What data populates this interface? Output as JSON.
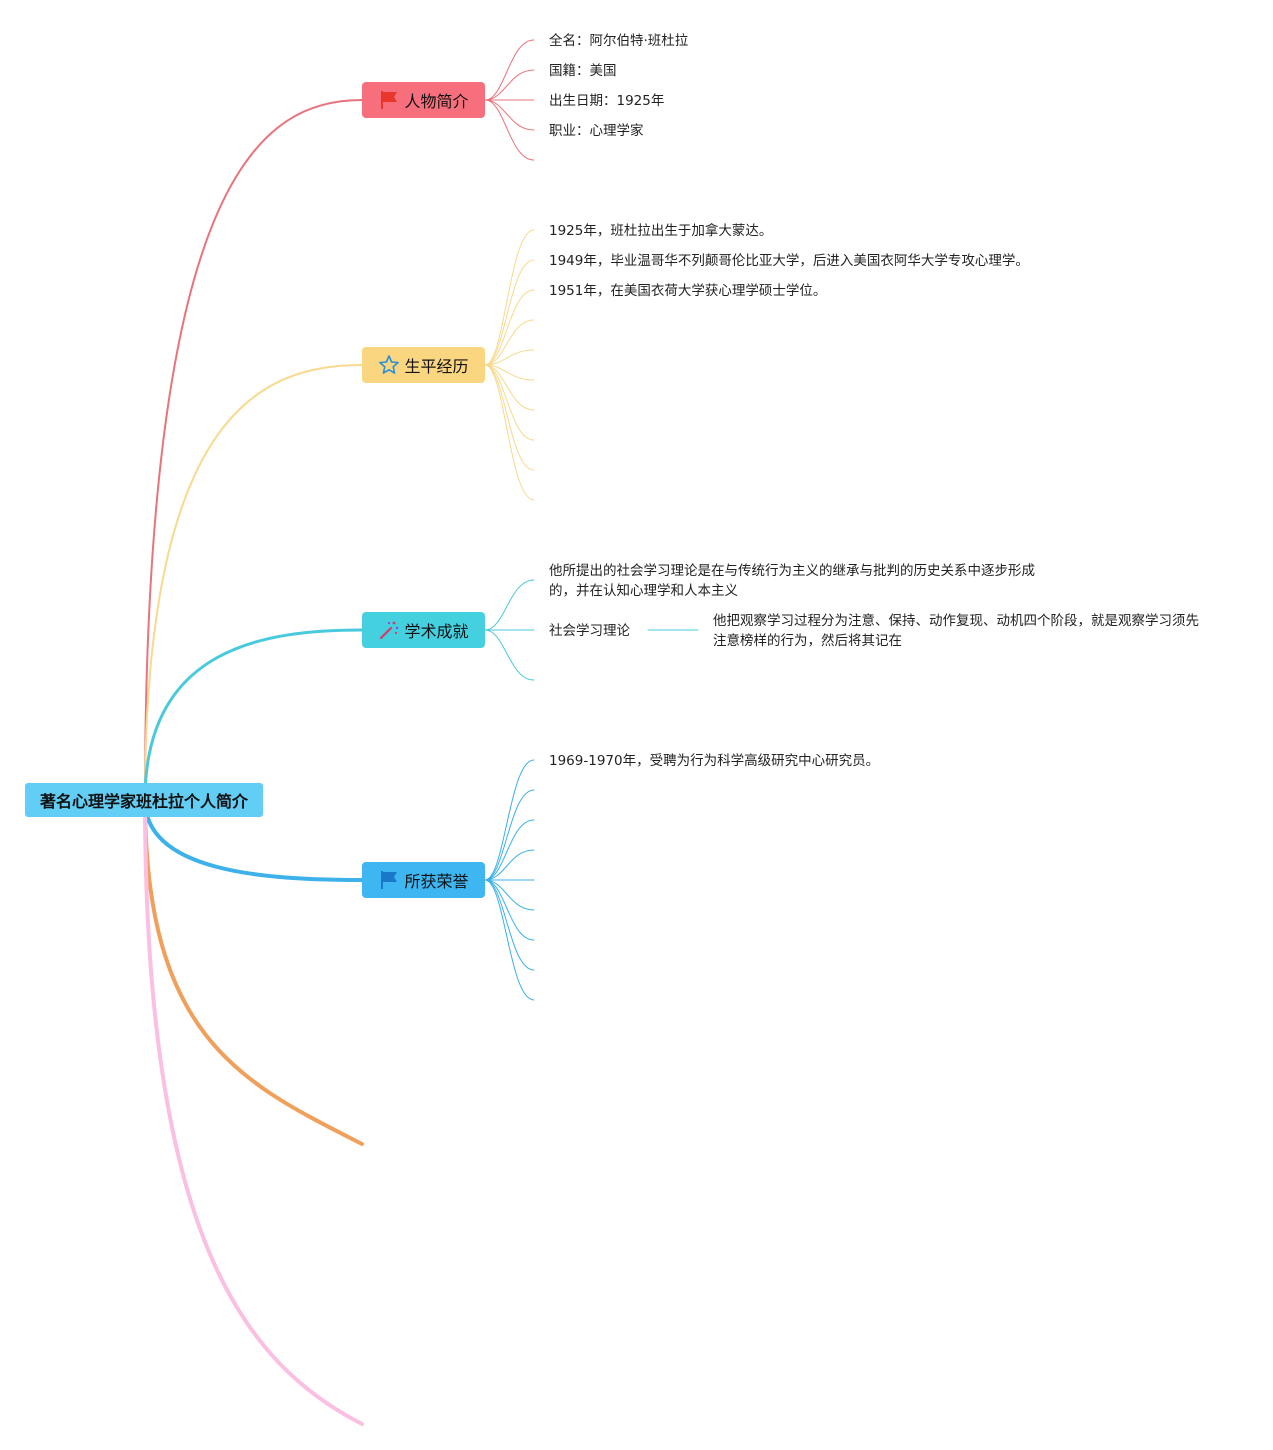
{
  "root": {
    "label": "著名心理学家班杜拉个人简介",
    "color": "#62cdf5"
  },
  "branches": [
    {
      "label": "人物简介",
      "color": "#f76f7c",
      "line": "#e8737d",
      "icon": "red-flag-icon",
      "items": [
        "全名：阿尔伯特·班杜拉",
        "国籍：美国",
        "出生日期：1925年",
        "职业：心理学家",
        ""
      ]
    },
    {
      "label": "生平经历",
      "color": "#fbd680",
      "line": "#f8d98d",
      "icon": "star-icon",
      "items": [
        "1925年，班杜拉出生于加拿大蒙达。",
        "1949年，毕业温哥华不列颠哥伦比亚大学，后进入美国衣阿华大学专攻心理学。",
        "1951年，在美国衣荷大学获心理学硕士学位。",
        "",
        "",
        "",
        "",
        "",
        "",
        ""
      ]
    },
    {
      "label": "学术成就",
      "color": "#45d0e0",
      "line": "#49c9dd",
      "icon": "magic-wand-icon",
      "items": [
        "他所提出的社会学习理论是在与传统行为主义的继承与批判的历史关系中逐步形成的，并在认知心理学和人本主义",
        "社会学习理论",
        ""
      ],
      "sub": "他把观察学习过程分为注意、保持、动作复现、动机四个阶段，就是观察学习须先注意榜样的行为，然后将其记在"
    },
    {
      "label": "所获荣誉",
      "color": "#3db6f2",
      "line": "#3cb1ea",
      "icon": "blue-flag-icon",
      "items": [
        "1969-1970年，受聘为行为科学高级研究中心研究员。",
        "",
        "",
        "",
        "",
        "",
        "",
        "",
        ""
      ]
    }
  ],
  "extra_lines": [
    "#f1a05c",
    "#fbbfe1"
  ]
}
